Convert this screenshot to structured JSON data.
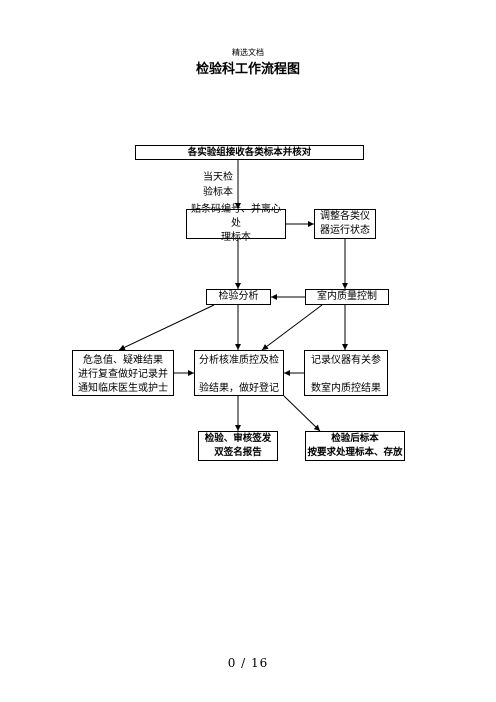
{
  "header_note": "精选文档",
  "title": "检验科工作流程图",
  "nodes": {
    "receive": "各实验组接收各类标本并核对",
    "same_day_label": "当天检\n验标本",
    "barcode": "贴条码编号、并离心处\n理标本",
    "adjust": "调整各类仪\n器运行状态",
    "analysis": "检验分析",
    "qc": "室内质量控制",
    "critical": "危急值、疑难结果\n进行复查做好记录并\n通知临床医生或护士",
    "verify": "分析核准质控及检\n\n验结果，做好登记",
    "record": "记录仪器有关参\n\n数室内质控结果",
    "report": "检验、审核签发\n双签名报告",
    "post": "检验后标本\n按要求处理标本、存放"
  },
  "footer": {
    "page": "0  /  16"
  }
}
